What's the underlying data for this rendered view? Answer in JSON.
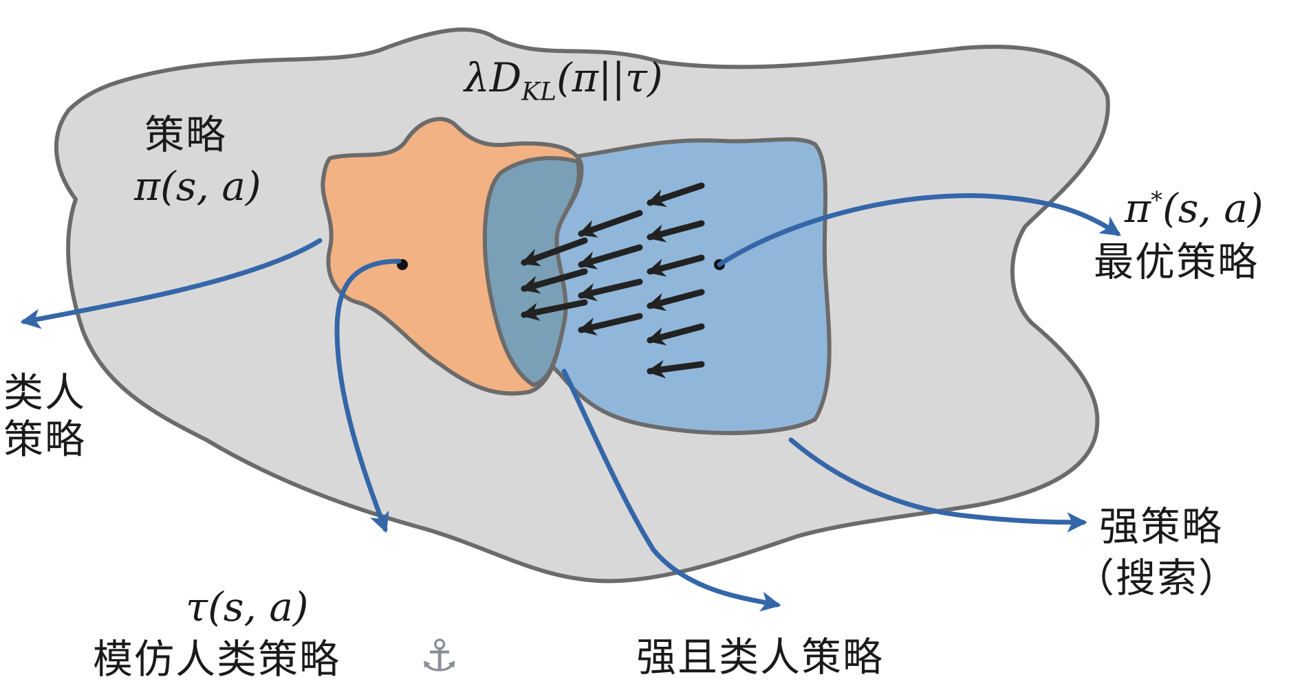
{
  "labels": {
    "kl_term": "λD_KL(π||τ)",
    "kl_lambda": "λD",
    "kl_sub": "KL",
    "kl_rest": "(π||τ)",
    "policy_title": "策略",
    "policy_formula": "π(s, a)",
    "humanlike_line1": "类人",
    "humanlike_line2": "策略",
    "optimal_formula": "π*(s, a)",
    "optimal_pi": "π",
    "optimal_star": "*",
    "optimal_args": "(s, a)",
    "optimal_name": "最优策略",
    "imitation_formula": "τ(s, a)",
    "imitation_name": "模仿人类策略",
    "strong_humanlike": "强且类人策略",
    "strong_line1": "强策略",
    "strong_line2": "（搜索）"
  },
  "icons": {
    "anchor": "⚓"
  },
  "colors": {
    "outer_region": "#d9d8d9",
    "outline": "#6b6b6b",
    "orange_region": "#f3b283",
    "blue_region": "#90b6da",
    "overlap_region": "#7aa0b7",
    "arrow_blue": "#3466a8",
    "gradient_arrow": "#222222"
  }
}
